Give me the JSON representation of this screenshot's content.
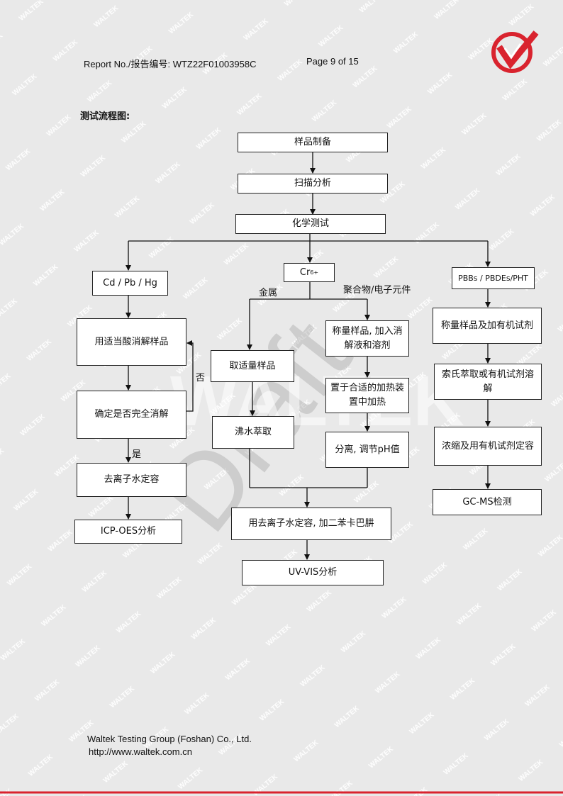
{
  "header": {
    "report_no": "Report No./报告编号:  WTZ22F01003958C",
    "page": "Page 9 of 15"
  },
  "logo": {
    "name": "waltek-check-logo-icon",
    "color": "#d9232e"
  },
  "watermarks": {
    "repeat_text": "WALTEK",
    "draft_text": "Draft",
    "brand_text": "WALTEK"
  },
  "section_title": "测试流程图:",
  "flowchart": {
    "sample_prep": "样品制备",
    "scan": "扫描分析",
    "chem": "化学测试",
    "branch_metals": "Cd / Pb / Hg",
    "branch_cr": "Cr",
    "branch_cr_sup": "6+",
    "branch_pbb": "PBBs / PBDEs/PHT",
    "metals_digest": "用适当酸消解样品",
    "metals_check": "确定是否完全消解",
    "label_no": "否",
    "label_yes": "是",
    "metals_dilute": "去离子水定容",
    "metals_icp": "ICP-OES分析",
    "label_metal": "金属",
    "label_polymer": "聚合物/电子元件",
    "cr_metal_take": "取适量样品",
    "cr_metal_boil": "沸水萃取",
    "cr_poly_weigh": "称量样品, 加入消解液和溶剂",
    "cr_poly_heat": "置于合适的加热装置中加热",
    "cr_poly_ph": "分离, 调节pH值",
    "cr_dilute": "用去离子水定容, 加二苯卡巴肼",
    "cr_uvvis": "UV-VIS分析",
    "pbb_weigh": "称量样品及加有机试剂",
    "pbb_soxhlet": "索氏萃取或有机试剂溶解",
    "pbb_concentrate": "浓缩及用有机试剂定容",
    "pbb_gcms": "GC-MS检测"
  },
  "footer": {
    "company": "Waltek Testing Group (Foshan) Co., Ltd.",
    "url": "http://www.waltek.com.cn"
  },
  "colors": {
    "accent_red": "#d9232e",
    "watermark_gray": "#c8c8c8",
    "line": "#222222"
  }
}
